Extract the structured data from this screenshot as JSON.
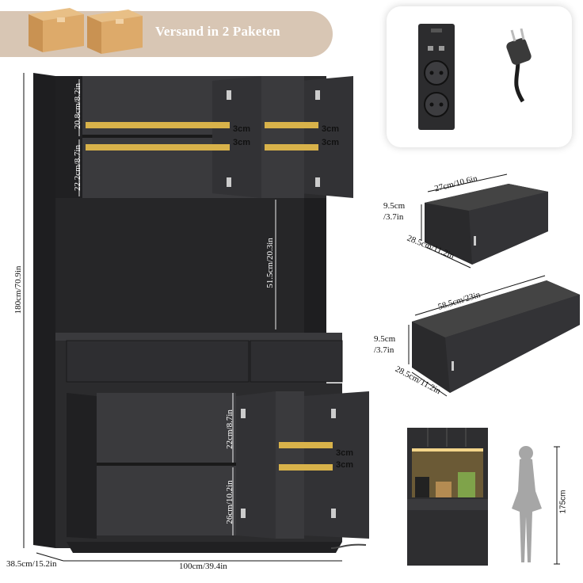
{
  "banner": {
    "text": "Versand in 2 Paketen"
  },
  "dimensions": {
    "height": "180cm/70.9in",
    "depth": "38.5cm/15.2in",
    "width": "100cm/39.4in",
    "upper_shelf_top": "20.8cm/8.2in",
    "upper_shelf_bottom": "22.2cm/8.7in",
    "middle_gap": "51.5cm/20.3in",
    "lower_shelf_top": "22cm/8.7in",
    "lower_shelf_bottom": "26cm/10.2in",
    "adjust_a": "3cm",
    "adjust_b": "3cm"
  },
  "drawer_small": {
    "width": "27cm/10.6in",
    "height_a": "9.5cm",
    "height_b": "/3.7in",
    "depth": "28.5cm/11.2in"
  },
  "drawer_large": {
    "width": "58.5cm/23in",
    "height_a": "9.5cm",
    "height_b": "/3.7in",
    "depth": "28.5cm/11.2in"
  },
  "scale": {
    "height": "175cm"
  },
  "colors": {
    "banner": "#d8c6b4",
    "cabinet": "#2b2b2d",
    "gold": "#d8b24a"
  },
  "icons": [
    "cardboard-box-icon",
    "power-socket-icon",
    "power-plug-icon",
    "woman-silhouette-icon"
  ]
}
